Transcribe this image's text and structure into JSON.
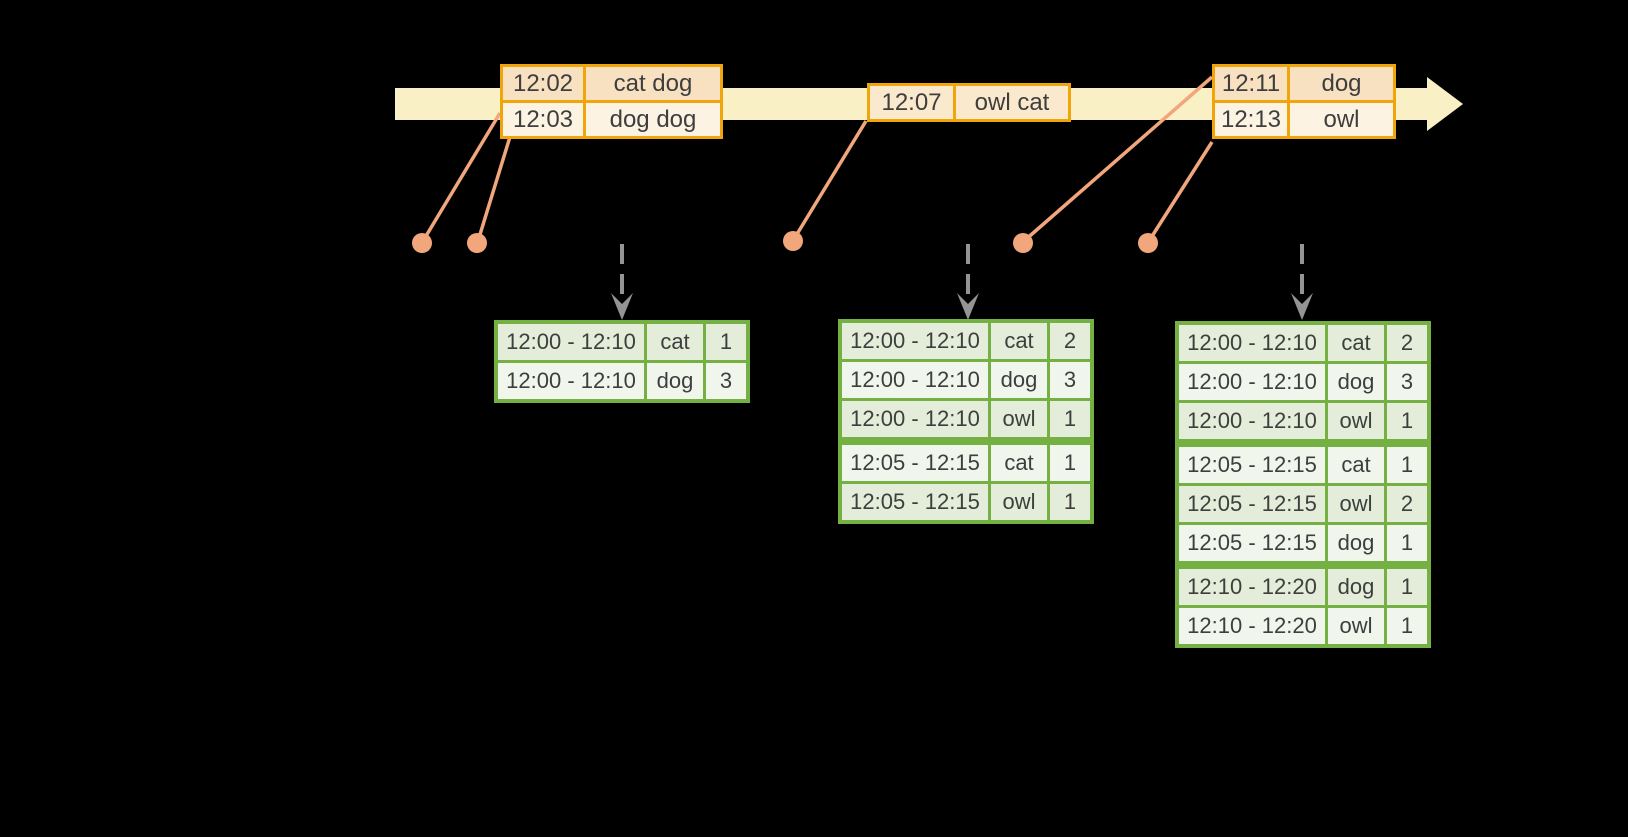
{
  "colors": {
    "background": "#000000",
    "timeline_band": "#FAF0C6",
    "event_table_border": "#F0A60A",
    "event_row_dark": "#F8E1C0",
    "event_row_light": "#FCF3E3",
    "event_row_single": "#FBE9CE",
    "connector": "#F1A67B",
    "result_table_border": "#74B042",
    "result_row_dark": "#E3EDD9",
    "result_row_light": "#F1F6ED",
    "trigger_arrow_gray": "#949494",
    "text": "#3E3E3E"
  },
  "event_tables": [
    {
      "rows": [
        {
          "time": "12:02",
          "words": "cat dog"
        },
        {
          "time": "12:03",
          "words": "dog dog"
        }
      ]
    },
    {
      "rows": [
        {
          "time": "12:07",
          "words": "owl cat"
        }
      ]
    },
    {
      "rows": [
        {
          "time": "12:11",
          "words": "dog"
        },
        {
          "time": "12:13",
          "words": "owl"
        }
      ]
    }
  ],
  "result_tables": [
    {
      "rows": [
        {
          "window": "12:00 - 12:10",
          "word": "cat",
          "count": "1"
        },
        {
          "window": "12:00 - 12:10",
          "word": "dog",
          "count": "3"
        }
      ]
    },
    {
      "rows": [
        {
          "window": "12:00 - 12:10",
          "word": "cat",
          "count": "2"
        },
        {
          "window": "12:00 - 12:10",
          "word": "dog",
          "count": "3"
        },
        {
          "window": "12:00 - 12:10",
          "word": "owl",
          "count": "1"
        },
        {
          "window": "12:05 - 12:15",
          "word": "cat",
          "count": "1"
        },
        {
          "window": "12:05 - 12:15",
          "word": "owl",
          "count": "1"
        }
      ]
    },
    {
      "rows": [
        {
          "window": "12:00 - 12:10",
          "word": "cat",
          "count": "2"
        },
        {
          "window": "12:00 - 12:10",
          "word": "dog",
          "count": "3"
        },
        {
          "window": "12:00 - 12:10",
          "word": "owl",
          "count": "1"
        },
        {
          "window": "12:05 - 12:15",
          "word": "cat",
          "count": "1"
        },
        {
          "window": "12:05 - 12:15",
          "word": "owl",
          "count": "2"
        },
        {
          "window": "12:05 - 12:15",
          "word": "dog",
          "count": "1"
        },
        {
          "window": "12:10 - 12:20",
          "word": "dog",
          "count": "1"
        },
        {
          "window": "12:10 - 12:20",
          "word": "owl",
          "count": "1"
        }
      ]
    }
  ]
}
